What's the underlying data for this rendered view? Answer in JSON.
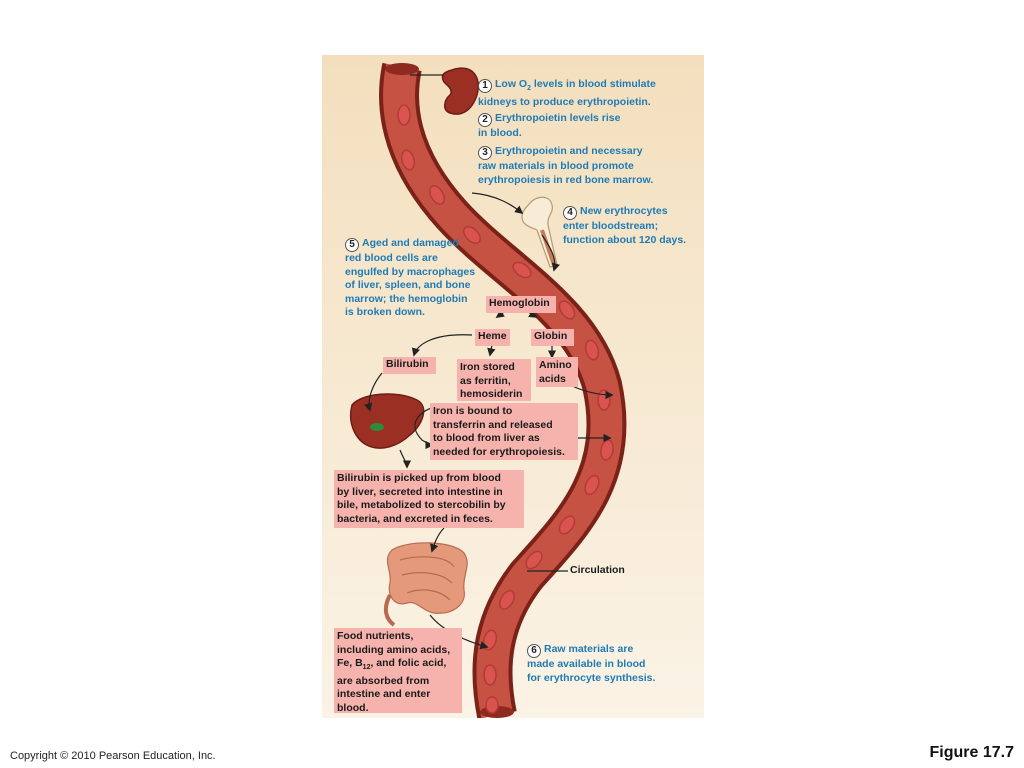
{
  "steps": {
    "s1": {
      "num": "1",
      "line1_pre": "Low O",
      "line1_sub": "2",
      "line1_post": " levels in blood stimulate",
      "line2": "kidneys to produce erythropoietin."
    },
    "s2": {
      "num": "2",
      "line1": "Erythropoietin levels rise",
      "line2": "in blood."
    },
    "s3": {
      "num": "3",
      "line1": "Erythropoietin and necessary",
      "line2": "raw materials in blood promote",
      "line3": "erythropoiesis in red bone marrow."
    },
    "s4": {
      "num": "4",
      "line1": "New erythrocytes",
      "line2": "enter bloodstream;",
      "line3": "function about 120 days."
    },
    "s5": {
      "num": "5",
      "line1": "Aged and damaged",
      "line2": "red blood cells are",
      "line3": "engulfed by macrophages",
      "line4": "of liver, spleen, and bone",
      "line5": "marrow; the hemoglobin",
      "line6": "is broken down."
    },
    "s6": {
      "num": "6",
      "line1": "Raw materials are",
      "line2": "made available in blood",
      "line3": "for erythrocyte synthesis."
    }
  },
  "boxes": {
    "hemoglobin": "Hemoglobin",
    "heme": "Heme",
    "globin": "Globin",
    "bilirubin": "Bilirubin",
    "iron_stored": {
      "l1": "Iron stored",
      "l2": "as ferritin,",
      "l3": "hemosiderin"
    },
    "amino": {
      "l1": "Amino",
      "l2": "acids"
    },
    "iron_bound": {
      "l1": "Iron is bound to",
      "l2": "transferrin and released",
      "l3": "to blood from liver as",
      "l4": "needed for erythropoiesis."
    },
    "bilirubin_path": {
      "l1": "Bilirubin is picked up from blood",
      "l2": "by liver, secreted into intestine in",
      "l3": "bile, metabolized to stercobilin by",
      "l4": "bacteria, and excreted in feces."
    },
    "food": {
      "l1": "Food nutrients,",
      "l2": "including amino acids,",
      "l3_pre": "Fe, B",
      "l3_sub": "12",
      "l3_post": ", and folic acid,",
      "l4": "are absorbed from",
      "l5": "intestine and enter",
      "l6": "blood."
    }
  },
  "labels": {
    "circulation": "Circulation"
  },
  "footer": {
    "copyright": "Copyright © 2010 Pearson Education, Inc.",
    "figure": "Figure 17.7"
  },
  "colors": {
    "panel_bg": "#f6e4c6",
    "vessel": "#b23a2c",
    "rbc": "#d24a48",
    "box_pink": "#f6b3ad",
    "step_text": "#1f7bb5"
  }
}
